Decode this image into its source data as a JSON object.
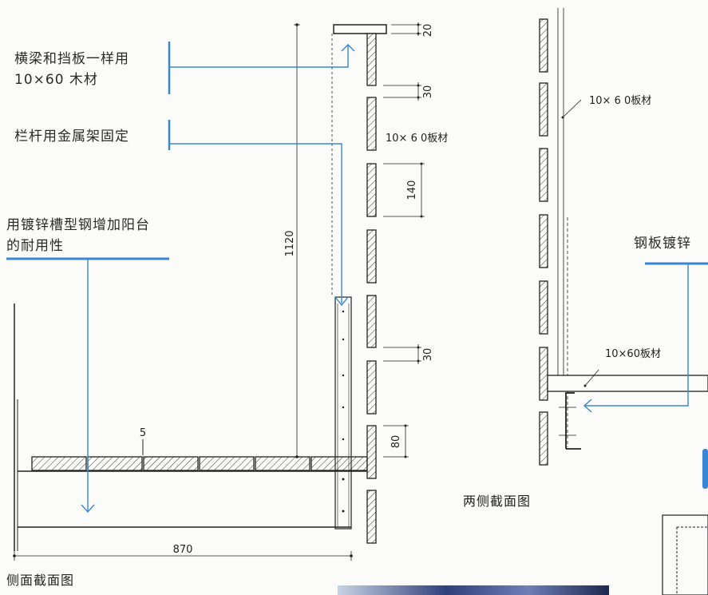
{
  "annotations": {
    "beam_line1": "横梁和挡板一样用",
    "beam_line2": "10×60 木材",
    "rail": "栏杆用金属架固定",
    "channel_line1": "用镀锌槽型钢增加阳台",
    "channel_line2": "的耐用性",
    "steel_plate": "钢板镀锌"
  },
  "dimensions": {
    "top_gap": "20",
    "gap_upper": "30",
    "board_height": "140",
    "gap_lower": "30",
    "bottom_board": "80",
    "total_height": "1120",
    "floor_width": "870",
    "deck_gap": "5"
  },
  "labels": {
    "board_left": "10× 6 0板材",
    "board_right_top": "10× 6 0板材",
    "board_right_lower": "10×60板材"
  },
  "captions": {
    "side_section": "侧面截面图",
    "both_sides_section": "两侧截面图"
  },
  "colors": {
    "accent_blue": "#3a86d6",
    "line": "#222222"
  }
}
